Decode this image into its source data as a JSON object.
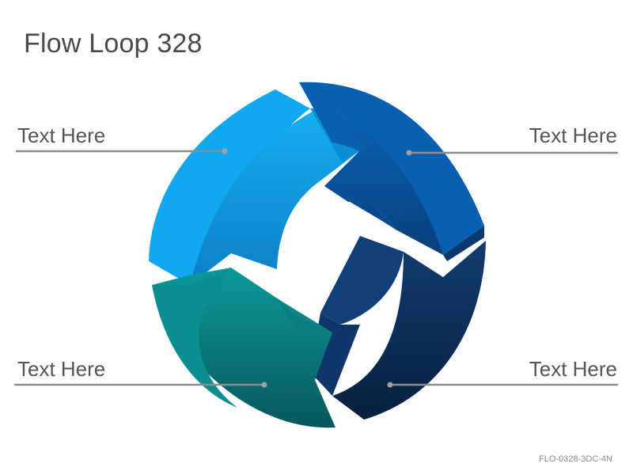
{
  "title": "Flow Loop 328",
  "labels": {
    "top_left": "Text Here",
    "top_right": "Text Here",
    "bottom_left": "Text Here",
    "bottom_right": "Text Here"
  },
  "product_code": "FLO-0328-3DC-4N",
  "colors": {
    "segment_top_left": "#12a8ef",
    "segment_top_right": "#0a5fb0",
    "segment_bottom_right": "#0d2f5e",
    "segment_bottom_left": "#0b8f92",
    "leader_line": "#8c8c8c"
  }
}
